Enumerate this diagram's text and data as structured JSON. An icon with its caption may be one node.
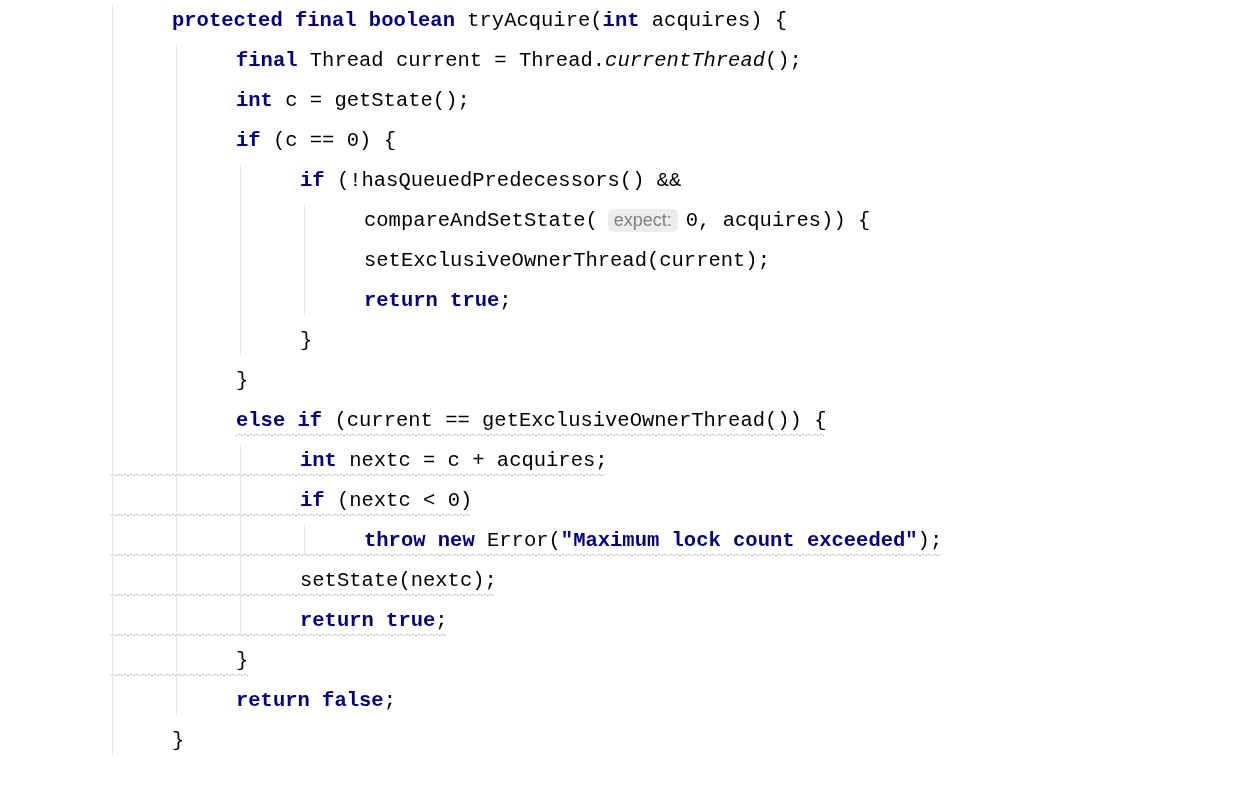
{
  "diagram": {
    "labels": [
      "**protected final boolean** tryAcquire(**int** acquires) {",
      "**final** Thread current = Thread.*currentThread*();",
      "**int** c = getState();",
      "**if** (c == 0) {",
      "**if** (!hasQueuedPredecessors() &&",
      "compareAndSetState(",
      "expect:",
      "0, acquires)) {",
      "setExclusiveOwnerThread(current);",
      "**return true**;",
      "}",
      "}",
      "**else if** (current == getExclusiveOwnerThread()) {",
      "**int** nextc = c + acquires;",
      "**if** (nextc < 0)",
      "**throw new** Error(**\"Maximum lock count exceeded\"**);",
      "setState(nextc);",
      "**return true**;",
      "}",
      "**return false**;",
      "}"
    ]
  }
}
